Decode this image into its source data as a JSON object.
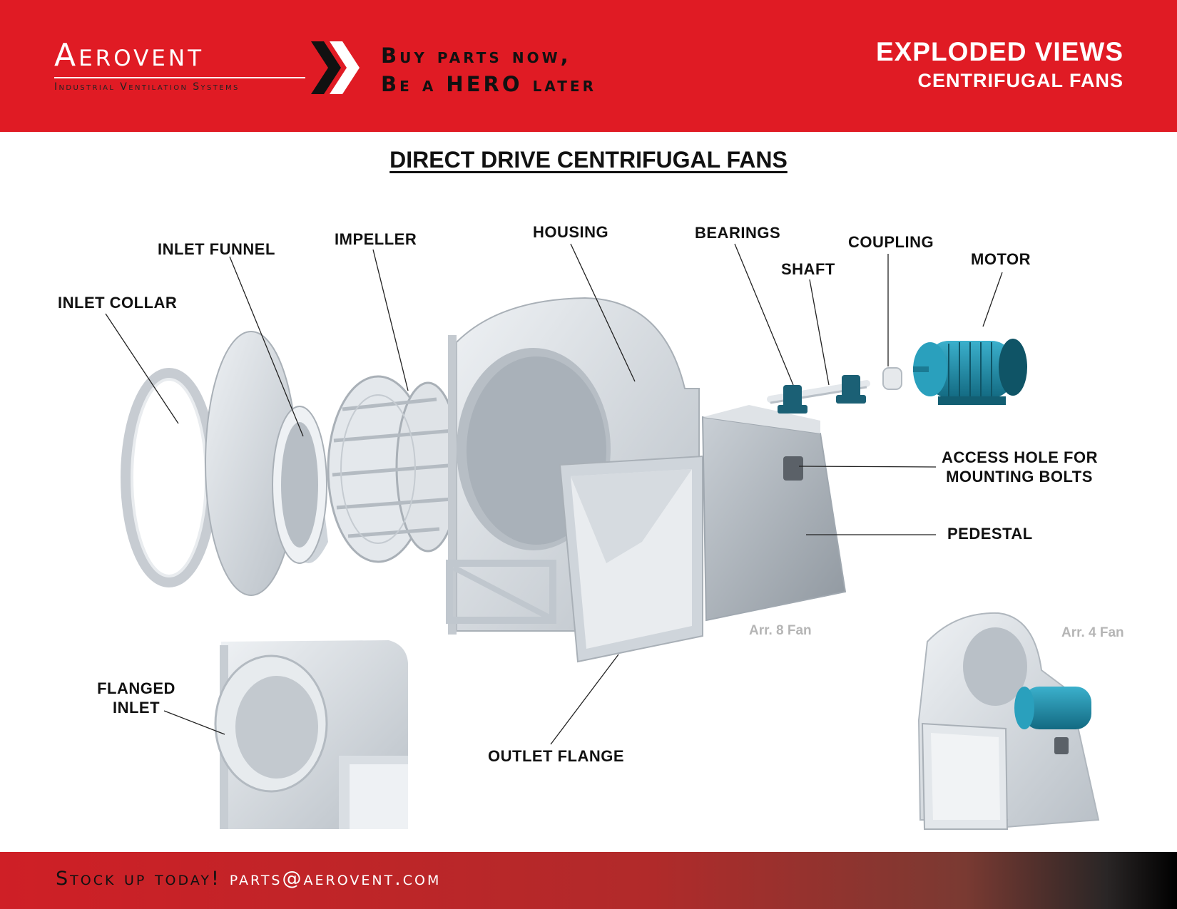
{
  "header": {
    "brand": "Aerovent",
    "brand_tagline": "Industrial Ventilation Systems",
    "slogan_line1": "Buy parts now,",
    "slogan_line2": "Be a HERO later",
    "section_title": "EXPLODED VIEWS",
    "section_subtitle": "CENTRIFUGAL FANS"
  },
  "title": "DIRECT DRIVE CENTRIFUGAL FANS",
  "labels": {
    "inlet_collar": "INLET COLLAR",
    "inlet_funnel": "INLET FUNNEL",
    "impeller": "IMPELLER",
    "housing": "HOUSING",
    "bearings": "BEARINGS",
    "shaft": "SHAFT",
    "coupling": "COUPLING",
    "motor": "MOTOR",
    "access_hole_line1": "ACCESS HOLE FOR",
    "access_hole_line2": "MOUNTING BOLTS",
    "pedestal": "PEDESTAL",
    "flanged_inlet_line1": "FLANGED",
    "flanged_inlet_line2": "INLET",
    "outlet_flange": "OUTLET FLANGE"
  },
  "captions": {
    "arr8": "Arr. 8 Fan",
    "arr4": "Arr. 4 Fan"
  },
  "footer": {
    "cta": "Stock up today!",
    "email": "parts@aerovent.com"
  },
  "colors": {
    "brand_red": "#e01b24",
    "part_grey": "#d4d9de",
    "motor_teal": "#1f8aa6"
  }
}
